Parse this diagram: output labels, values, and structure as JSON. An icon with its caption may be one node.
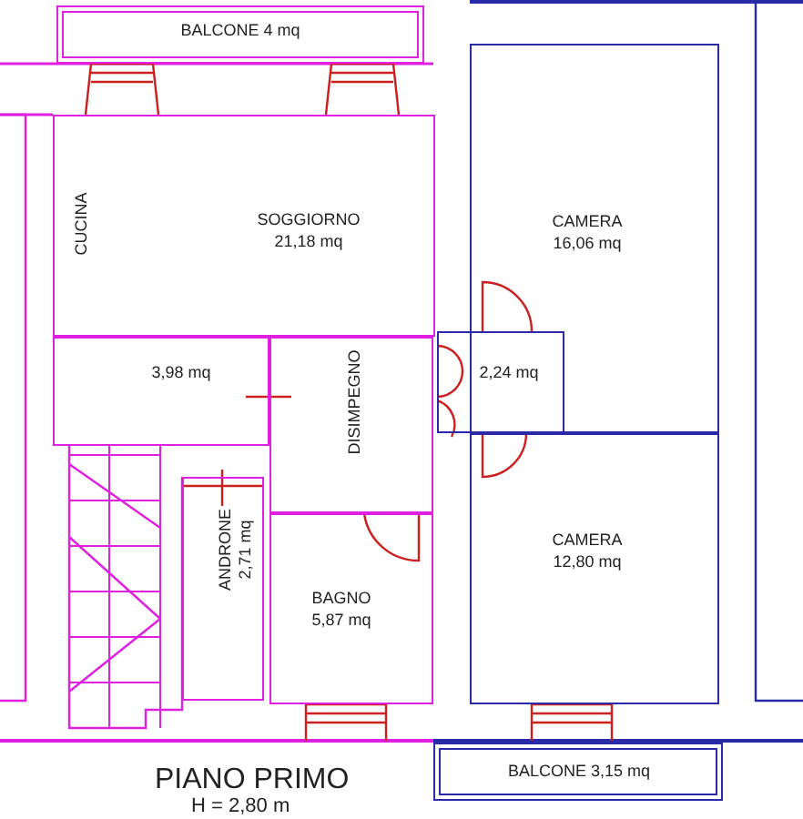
{
  "diagram": {
    "title": "PIANO PRIMO",
    "nodes": [
      {
        "text": [
          "BALCONE 4 mq"
        ]
      },
      {
        "text": [
          "CUCINA",
          "SOGGIORNO",
          "21,18 mq"
        ]
      },
      {
        "text": [
          "CAMERA",
          "16,06 mq"
        ]
      },
      {
        "text": [
          "3,98 mq"
        ]
      },
      {
        "text": [
          "DISIMPEGNO"
        ]
      },
      {
        "text": [
          "2,24 mq"
        ]
      },
      {
        "text": [
          "ANDRONE",
          "2,71 mq"
        ]
      },
      {
        "text": [
          "BAGNO",
          "5,87 mq"
        ]
      },
      {
        "text": [
          "CAMERA",
          "12,80 mq"
        ]
      },
      {
        "text": [
          "BALCONE 3,15 mq"
        ]
      }
    ],
    "edges": [],
    "labels": [
      "H = 2,80 m"
    ]
  }
}
